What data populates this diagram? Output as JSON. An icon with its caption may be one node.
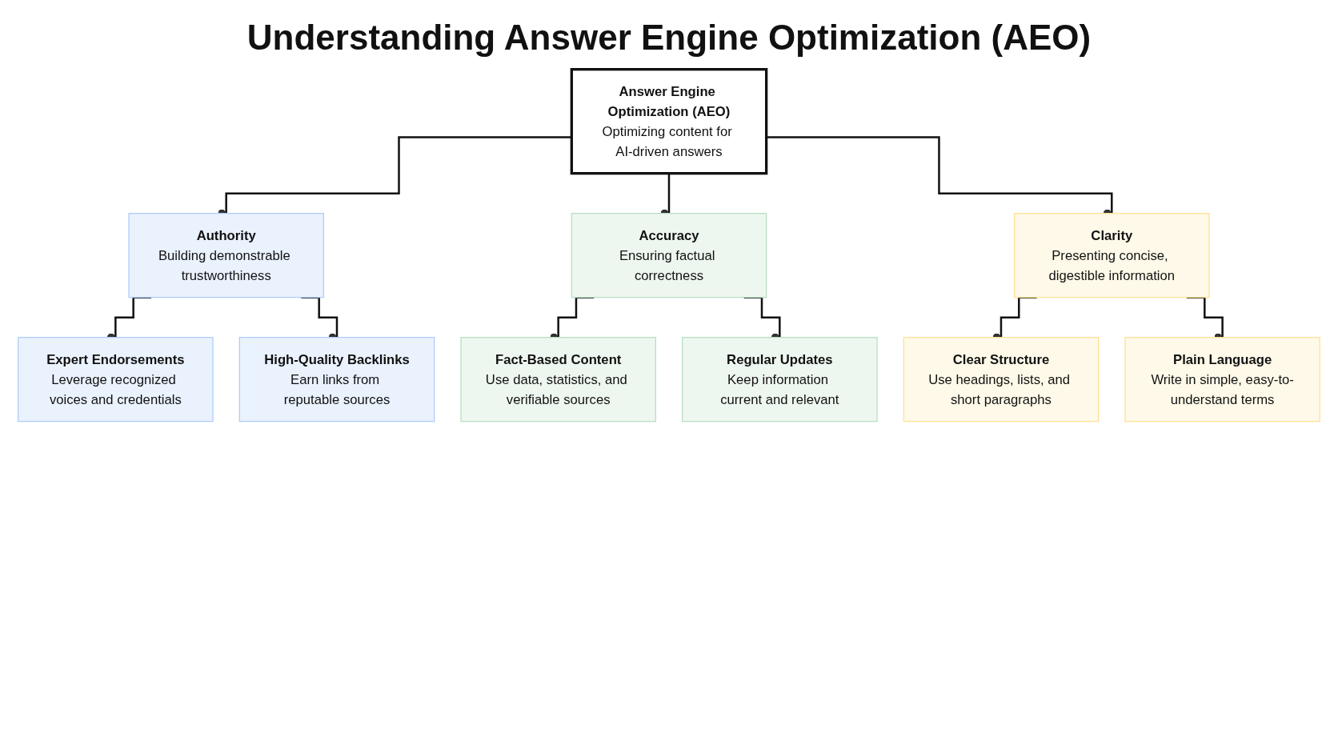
{
  "diagram": {
    "title": "Understanding Answer Engine Optimization (AEO)",
    "nodes": [
      {
        "text": [
          "Answer Engine Optimization (AEO)",
          "Optimizing content for AI-driven answers"
        ]
      },
      {
        "text": [
          "Authority",
          "Building demonstrable trustworthiness"
        ]
      },
      {
        "text": [
          "Accuracy",
          "Ensuring factual correctness"
        ]
      },
      {
        "text": [
          "Clarity",
          "Presenting concise, digestible information"
        ]
      },
      {
        "text": [
          "Expert Endorsements",
          "Leverage recognized voices and credentials"
        ]
      },
      {
        "text": [
          "High-Quality Backlinks",
          "Earn links from reputable sources"
        ]
      },
      {
        "text": [
          "Fact-Based Content",
          "Use data, statistics, and verifiable sources"
        ]
      },
      {
        "text": [
          "Regular Updates",
          "Keep information current and relevant"
        ]
      },
      {
        "text": [
          "Clear Structure",
          "Use headings, lists, and short paragraphs"
        ]
      },
      {
        "text": [
          "Plain Language",
          "Write in simple, easy-to-understand terms"
        ]
      }
    ],
    "edges": [
      {
        "from": 0,
        "to": 1,
        "arrow": "other"
      },
      {
        "from": 0,
        "to": 2,
        "arrow": "other"
      },
      {
        "from": 0,
        "to": 3,
        "arrow": "other"
      },
      {
        "from": 1,
        "to": 4,
        "arrow": "other"
      },
      {
        "from": 1,
        "to": 5,
        "arrow": "other"
      },
      {
        "from": 2,
        "to": 6,
        "arrow": "other"
      },
      {
        "from": 2,
        "to": 7,
        "arrow": "other"
      },
      {
        "from": 3,
        "to": 8,
        "arrow": "other"
      },
      {
        "from": 3,
        "to": 9,
        "arrow": "other"
      }
    ]
  }
}
